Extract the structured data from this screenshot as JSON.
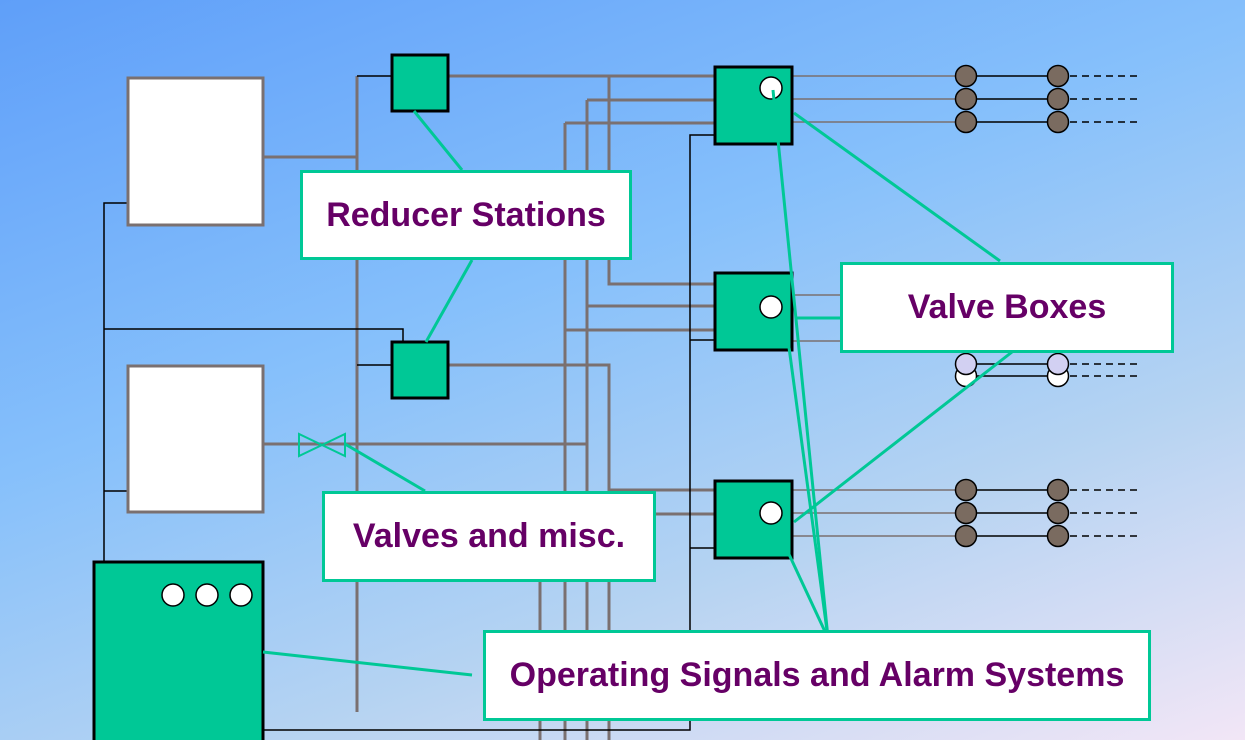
{
  "labels": {
    "reducer_stations": "Reducer Stations",
    "valve_boxes": "Valve Boxes",
    "valves_misc": "Valves and misc.",
    "signals_alarms": "Operating Signals and Alarm Systems"
  },
  "colors": {
    "accent": "#00c896",
    "pipe": "#7a7070",
    "label_text": "#660066",
    "bottle": "#7a6b60"
  }
}
